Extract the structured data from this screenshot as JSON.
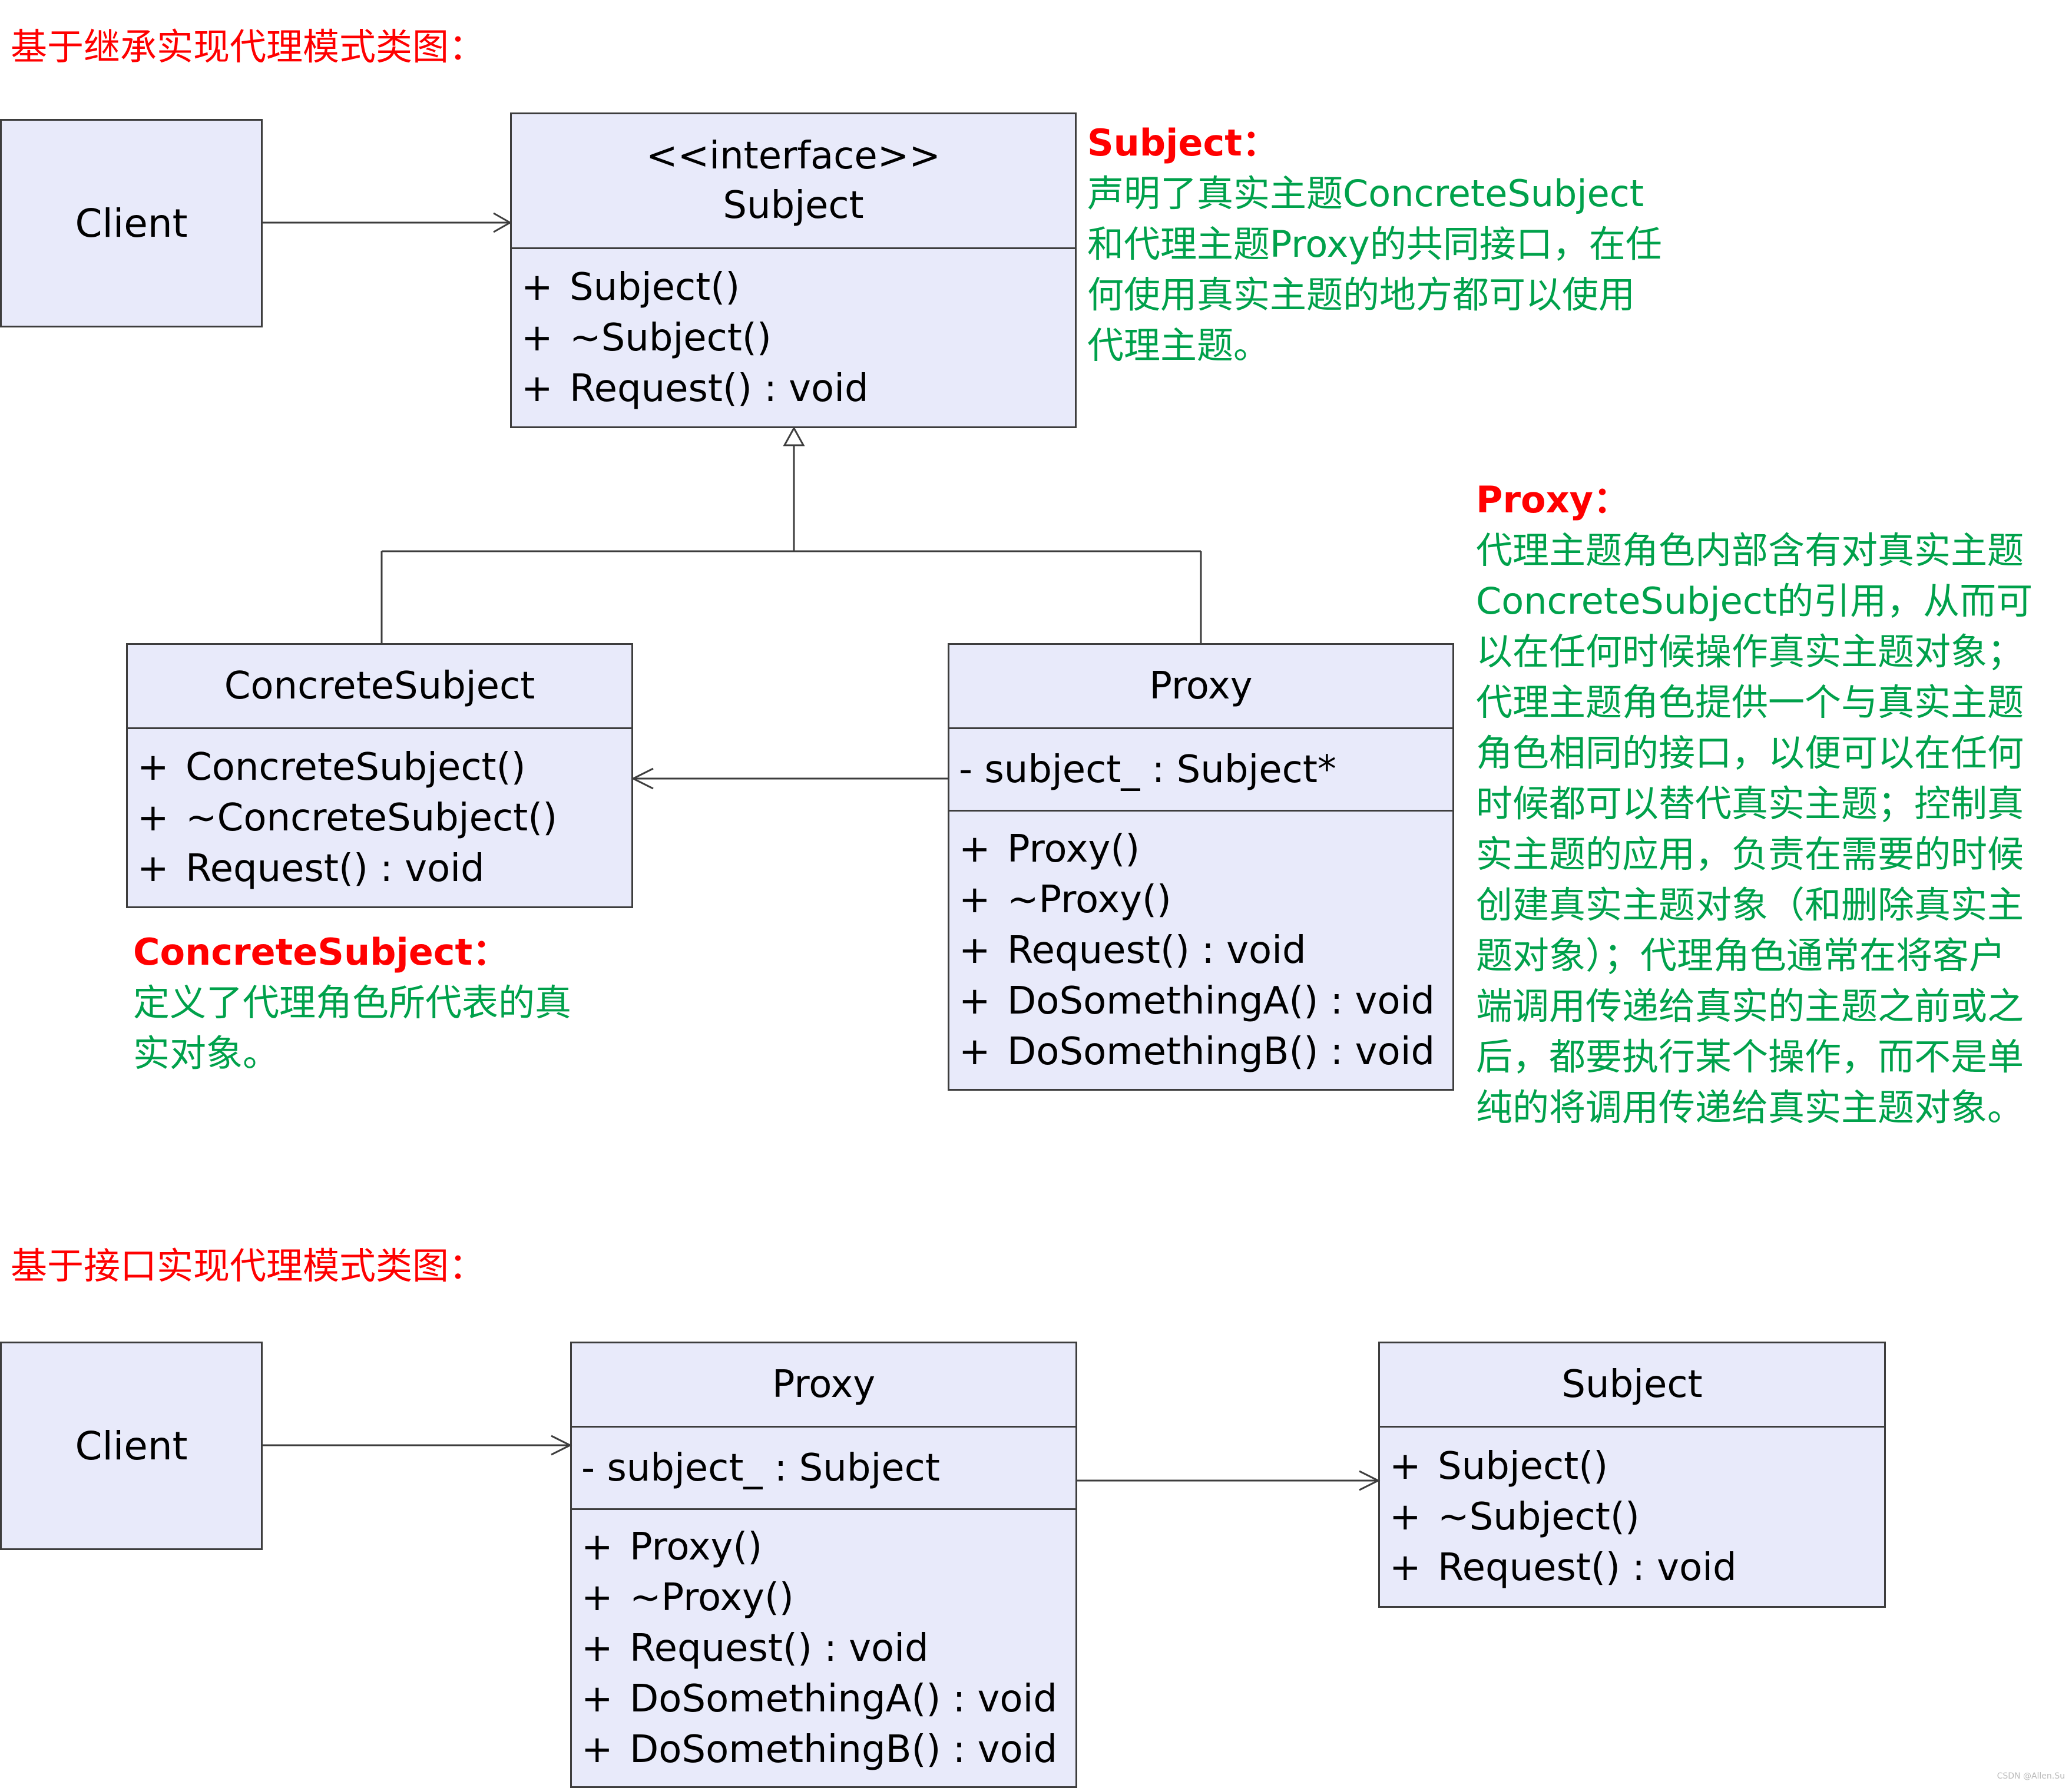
{
  "top": {
    "heading": "基于继承实现代理模式类图：",
    "client": {
      "name": "Client"
    },
    "subject": {
      "stereotype": "<<interface>>",
      "name": "Subject",
      "operations": [
        {
          "vis": "+",
          "text": "Subject()"
        },
        {
          "vis": "+",
          "text": "~Subject()"
        },
        {
          "vis": "+",
          "text": "Request() : void"
        }
      ]
    },
    "concrete": {
      "name": "ConcreteSubject",
      "operations": [
        {
          "vis": "+",
          "text": "ConcreteSubject()"
        },
        {
          "vis": "+",
          "text": "~ConcreteSubject()"
        },
        {
          "vis": "+",
          "text": "Request() : void"
        }
      ]
    },
    "proxy": {
      "name": "Proxy",
      "attribute": "- subject_ : Subject*",
      "operations": [
        {
          "vis": "+",
          "text": "Proxy()"
        },
        {
          "vis": "+",
          "text": "~Proxy()"
        },
        {
          "vis": "+",
          "text": "Request() : void"
        },
        {
          "vis": "+",
          "text": "DoSomethingA() : void"
        },
        {
          "vis": "+",
          "text": "DoSomethingB() : void"
        }
      ]
    },
    "notes": {
      "subject": {
        "title": "Subject：",
        "lines": [
          "声明了真实主题ConcreteSubject",
          "和代理主题Proxy的共同接口，在任",
          "何使用真实主题的地方都可以使用",
          "代理主题。"
        ]
      },
      "proxy": {
        "title": "Proxy：",
        "lines": [
          "代理主题角色内部含有对真实主题",
          "ConcreteSubject的引用，从而可",
          "以在任何时候操作真实主题对象；",
          "代理主题角色提供一个与真实主题",
          "角色相同的接口，以便可以在任何",
          "时候都可以替代真实主题；控制真",
          "实主题的应用，负责在需要的时候",
          "创建真实主题对象（和删除真实主",
          "题对象）；代理角色通常在将客户",
          "端调用传递给真实的主题之前或之",
          "后，都要执行某个操作，而不是单",
          "纯的将调用传递给真实主题对象。"
        ]
      },
      "concrete": {
        "title": "ConcreteSubject：",
        "lines": [
          "定义了代理角色所代表的真",
          "实对象。"
        ]
      }
    }
  },
  "bottom": {
    "heading": "基于接口实现代理模式类图：",
    "client": {
      "name": "Client"
    },
    "proxy": {
      "name": "Proxy",
      "attribute": "- subject_ : Subject",
      "operations": [
        {
          "vis": "+",
          "text": "Proxy()"
        },
        {
          "vis": "+",
          "text": "~Proxy()"
        },
        {
          "vis": "+",
          "text": "Request() : void"
        },
        {
          "vis": "+",
          "text": "DoSomethingA() : void"
        },
        {
          "vis": "+",
          "text": "DoSomethingB() : void"
        }
      ]
    },
    "subject": {
      "name": "Subject",
      "operations": [
        {
          "vis": "+",
          "text": "Subject()"
        },
        {
          "vis": "+",
          "text": "~Subject()"
        },
        {
          "vis": "+",
          "text": "Request() : void"
        }
      ]
    }
  },
  "watermark": "CSDN @Allen.Su"
}
